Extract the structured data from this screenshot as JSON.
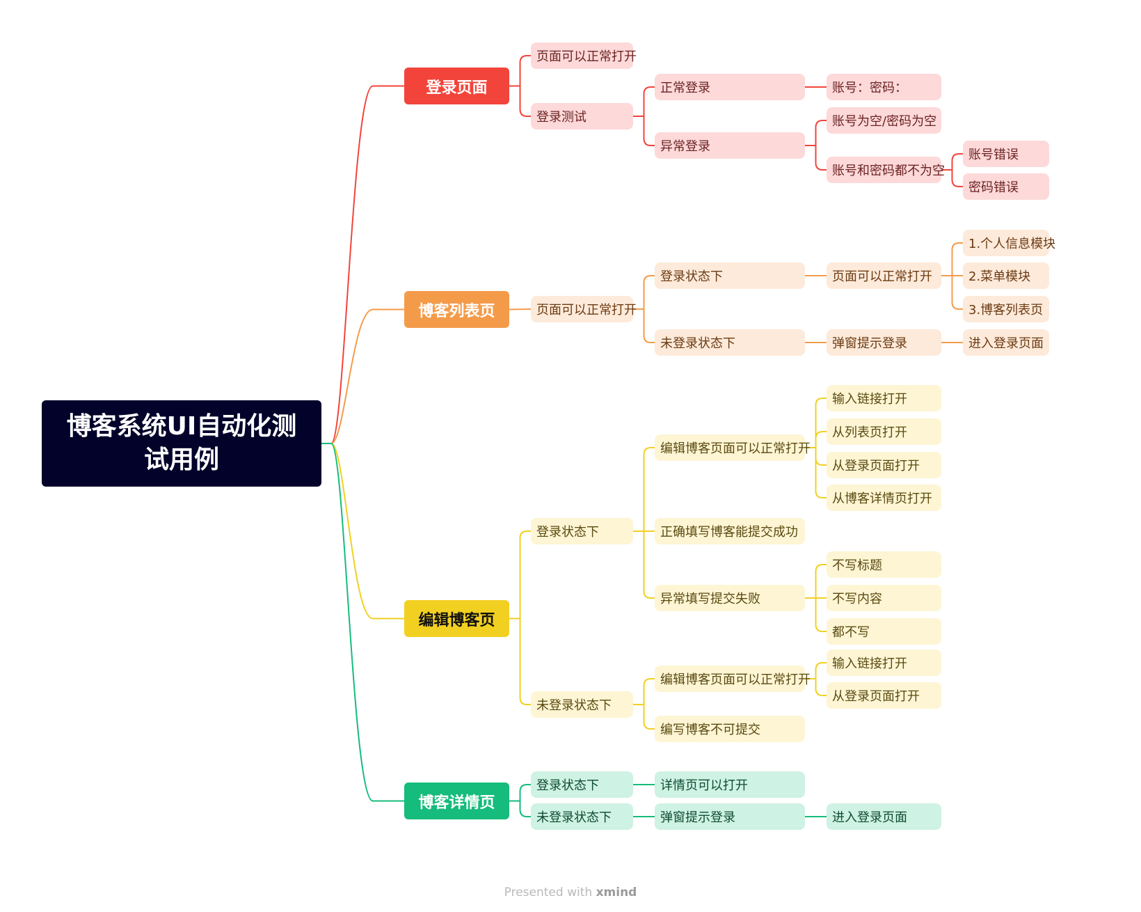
{
  "root": {
    "title": "博客系统UI自动化测试用例"
  },
  "branches": {
    "login": {
      "label": "登录页面",
      "color": "#f2443b",
      "fill": "#fdd9d9",
      "text": "#6b2222",
      "n1": "页面可以正常打开",
      "n2": "登录测试",
      "n3": "正常登录",
      "n4": "账号：密码：",
      "n5": "异常登录",
      "n6": "账号为空/密码为空",
      "n7": "账号和密码都不为空",
      "n8": "账号错误",
      "n9": "密码错误"
    },
    "list": {
      "label": "博客列表页",
      "color": "#f49b4a",
      "fill": "#fdeada",
      "text": "#6b3a12",
      "n1": "页面可以正常打开",
      "n2": "登录状态下",
      "n3": "页面可以正常打开",
      "n4": "1.个人信息模块",
      "n5": "2.菜单模块",
      "n6": "3.博客列表页",
      "n7": "未登录状态下",
      "n8": "弹窗提示登录",
      "n9": "进入登录页面"
    },
    "edit": {
      "label": "编辑博客页",
      "color": "#f2d022",
      "fill": "#fdf5d4",
      "text": "#5a4a10",
      "n1": "登录状态下",
      "n2": "编辑博客页面可以正常打开",
      "n3": "输入链接打开",
      "n4": "从列表页打开",
      "n5": "从登录页面打开",
      "n6": "从博客详情页打开",
      "n7": "正确填写博客能提交成功",
      "n8": "异常填写提交失败",
      "n9": "不写标题",
      "n10": " 不写内容",
      "n11": " 都不写",
      "n12": "未登录状态下",
      "n13": "编辑博客页面可以正常打开",
      "n14": "输入链接打开",
      "n15": "从登录页面打开",
      "n16": "编写博客不可提交"
    },
    "detail": {
      "label": "博客详情页",
      "color": "#15bc7b",
      "fill": "#cef2e3",
      "text": "#0f4a33",
      "n1": "登录状态下",
      "n2": "详情页可以打开",
      "n3": "未登录状态下",
      "n4": "弹窗提示登录",
      "n5": "进入登录页面"
    }
  },
  "footer": {
    "prefix": "Presented with",
    "brand": "xmind"
  }
}
